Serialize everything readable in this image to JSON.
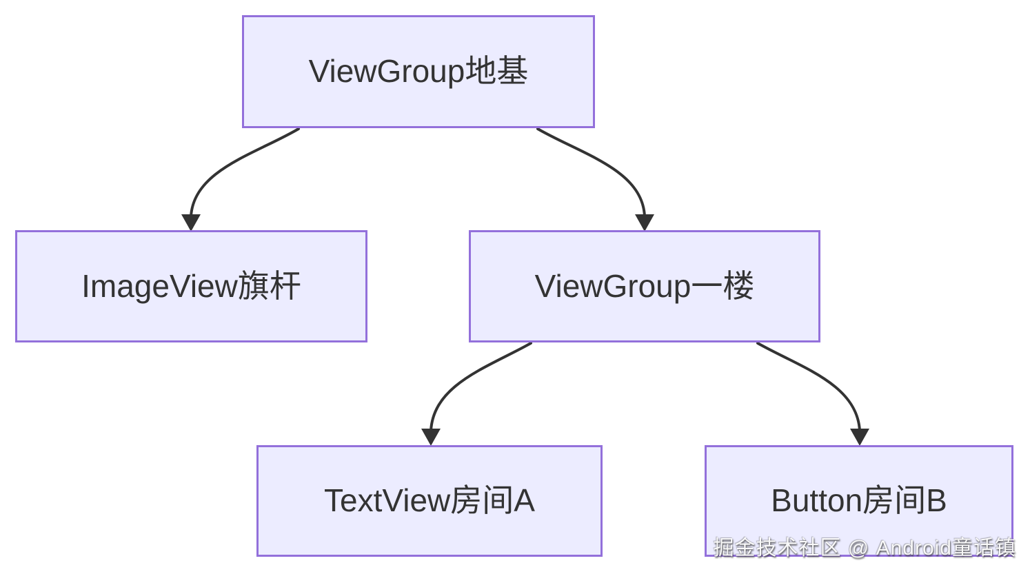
{
  "diagram": {
    "type": "flowchart-tree",
    "nodes": {
      "root": {
        "label": "ViewGroup地基"
      },
      "left": {
        "label": "ImageView旗杆"
      },
      "right": {
        "label": "ViewGroup一楼"
      },
      "child_a": {
        "label": "TextView房间A"
      },
      "child_b": {
        "label": "Button房间B"
      }
    },
    "edges": [
      {
        "from": "ViewGroup地基",
        "to": "ImageView旗杆"
      },
      {
        "from": "ViewGroup地基",
        "to": "ViewGroup一楼"
      },
      {
        "from": "ViewGroup一楼",
        "to": "TextView房间A"
      },
      {
        "from": "ViewGroup一楼",
        "to": "Button房间B"
      }
    ],
    "colors": {
      "node_fill": "#ececff",
      "node_border": "#9370db",
      "edge": "#333333",
      "text": "#333333",
      "background": "#ffffff"
    }
  },
  "watermark": {
    "text": "掘金技术社区 @ Android童话镇"
  }
}
